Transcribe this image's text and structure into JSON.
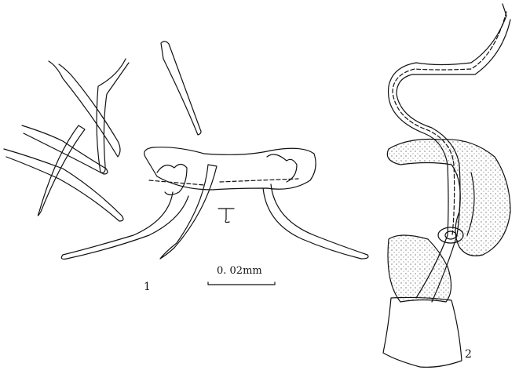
{
  "figures": [
    {
      "label": "1"
    },
    {
      "label": "2"
    }
  ],
  "scale_bar": {
    "label": "0. 02mm"
  },
  "colors": {
    "ink": "#111111",
    "background": "#ffffff"
  }
}
